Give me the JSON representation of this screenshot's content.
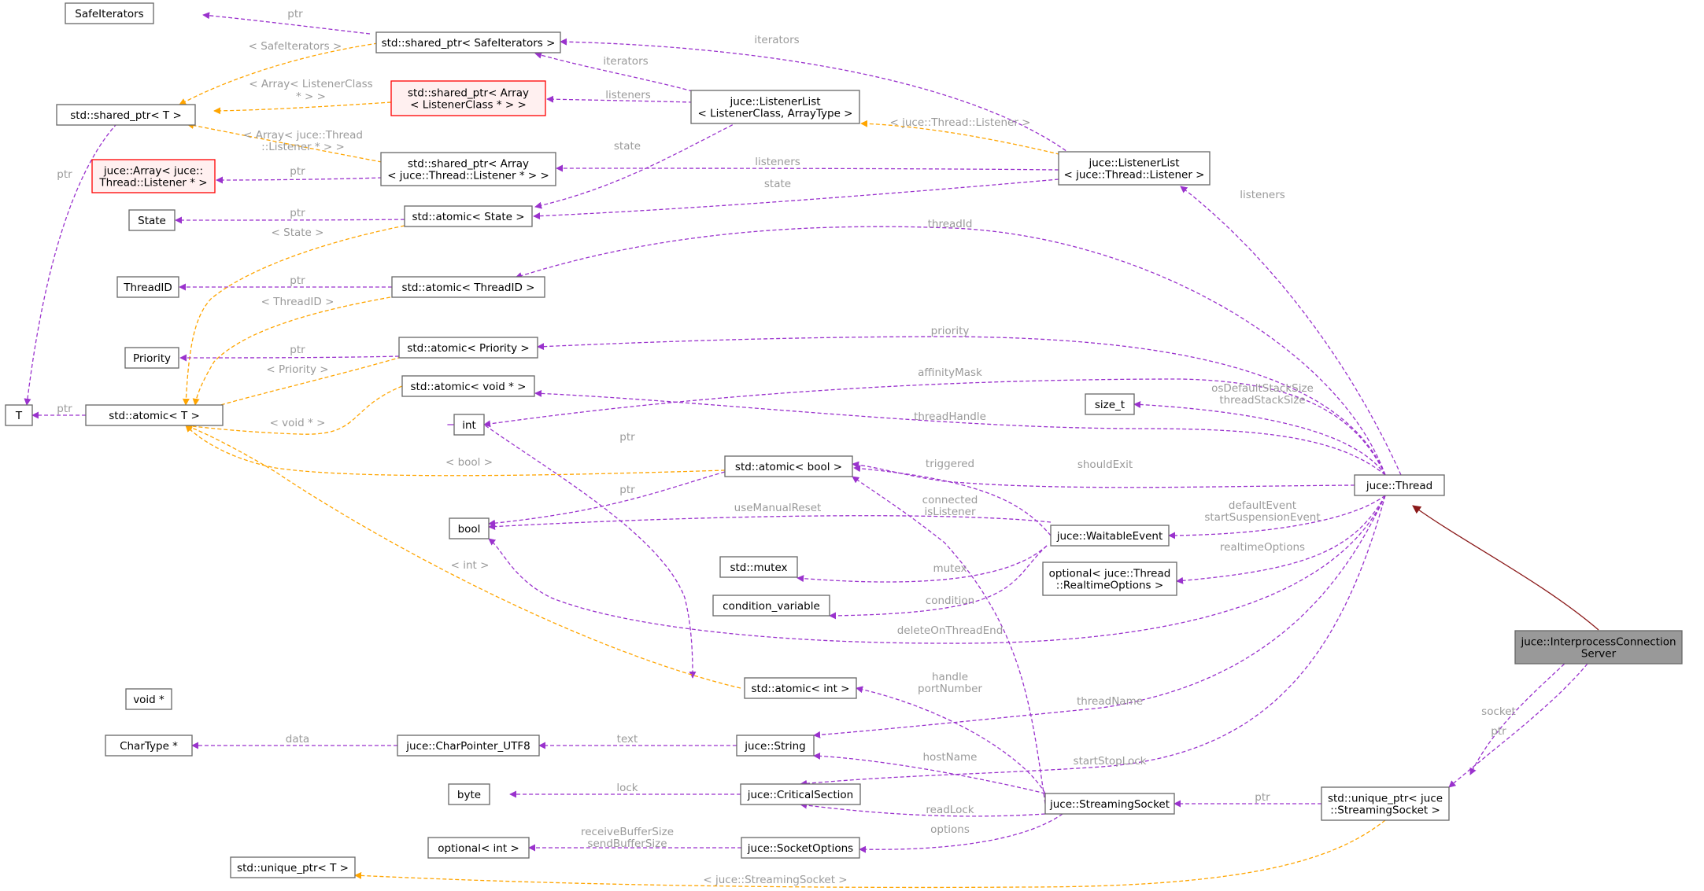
{
  "colors": {
    "member": "#9a32cd",
    "template": "#ffa500",
    "inherit": "#8b1a1a",
    "label": "#9a9a9a",
    "node_border": "#666666",
    "node_fill": "#ffffff",
    "highlight_border": "#ff0000",
    "highlight_fill": "#fff0f0",
    "root_fill": "#999999",
    "root_border": "#666666"
  },
  "nodes": [
    {
      "id": "SafeIterators",
      "lines": [
        "SafeIterators"
      ]
    },
    {
      "id": "sp_SafeIter",
      "lines": [
        "std::shared_ptr< SafeIterators >"
      ]
    },
    {
      "id": "sp_T",
      "lines": [
        "std::shared_ptr< T >"
      ]
    },
    {
      "id": "sp_ArrLC",
      "lines": [
        "std::shared_ptr< Array",
        "< ListenerClass * > >"
      ],
      "style": "highlight"
    },
    {
      "id": "LL_LCAT",
      "lines": [
        "juce::ListenerList",
        "< ListenerClass, ArrayType >"
      ]
    },
    {
      "id": "juceArr",
      "lines": [
        "juce::Array< juce::",
        "Thread::Listener * >"
      ],
      "style": "highlight"
    },
    {
      "id": "sp_ArrTL",
      "lines": [
        "std::shared_ptr< Array",
        "< juce::Thread::Listener * > >"
      ]
    },
    {
      "id": "LL_TL",
      "lines": [
        "juce::ListenerList",
        "< juce::Thread::Listener >"
      ]
    },
    {
      "id": "State",
      "lines": [
        "State"
      ]
    },
    {
      "id": "at_State",
      "lines": [
        "std::atomic< State >"
      ]
    },
    {
      "id": "ThreadID",
      "lines": [
        "ThreadID"
      ]
    },
    {
      "id": "at_TID",
      "lines": [
        "std::atomic< ThreadID >"
      ]
    },
    {
      "id": "Priority",
      "lines": [
        "Priority"
      ]
    },
    {
      "id": "at_Prio",
      "lines": [
        "std::atomic< Priority >"
      ]
    },
    {
      "id": "T",
      "lines": [
        "T"
      ]
    },
    {
      "id": "at_T",
      "lines": [
        "std::atomic< T >"
      ]
    },
    {
      "id": "at_voidp",
      "lines": [
        "std::atomic< void * >"
      ]
    },
    {
      "id": "int",
      "lines": [
        "int"
      ]
    },
    {
      "id": "size_t",
      "lines": [
        "size_t"
      ]
    },
    {
      "id": "at_bool",
      "lines": [
        "std::atomic< bool >"
      ]
    },
    {
      "id": "Thread",
      "lines": [
        "juce::Thread"
      ]
    },
    {
      "id": "bool",
      "lines": [
        "bool"
      ]
    },
    {
      "id": "WaitEv",
      "lines": [
        "juce::WaitableEvent"
      ]
    },
    {
      "id": "mutex",
      "lines": [
        "std::mutex"
      ]
    },
    {
      "id": "optRT",
      "lines": [
        "optional< juce::Thread",
        "::RealtimeOptions >"
      ]
    },
    {
      "id": "condvar",
      "lines": [
        "condition_variable"
      ]
    },
    {
      "id": "IPCS",
      "lines": [
        "juce::InterprocessConnection",
        "Server"
      ],
      "style": "root"
    },
    {
      "id": "voidp",
      "lines": [
        "void *"
      ]
    },
    {
      "id": "at_int",
      "lines": [
        "std::atomic< int >"
      ]
    },
    {
      "id": "CharType",
      "lines": [
        "CharType *"
      ]
    },
    {
      "id": "CPUTF8",
      "lines": [
        "juce::CharPointer_UTF8"
      ]
    },
    {
      "id": "String",
      "lines": [
        "juce::String"
      ]
    },
    {
      "id": "byte",
      "lines": [
        "byte"
      ]
    },
    {
      "id": "CritSec",
      "lines": [
        "juce::CriticalSection"
      ]
    },
    {
      "id": "StrSock",
      "lines": [
        "juce::StreamingSocket"
      ]
    },
    {
      "id": "up_SS",
      "lines": [
        "std::unique_ptr< juce",
        "::StreamingSocket >"
      ]
    },
    {
      "id": "optInt",
      "lines": [
        "optional< int >"
      ]
    },
    {
      "id": "SockOpt",
      "lines": [
        "juce::SocketOptions"
      ]
    },
    {
      "id": "up_T",
      "lines": [
        "std::unique_ptr< T >"
      ]
    }
  ],
  "edges": [
    {
      "id": "e01",
      "kind": "member",
      "labels": [
        "ptr"
      ]
    },
    {
      "id": "e02",
      "kind": "template",
      "labels": [
        "< SafeIterators >"
      ]
    },
    {
      "id": "e03",
      "kind": "member",
      "labels": [
        "iterators"
      ]
    },
    {
      "id": "e04",
      "kind": "member",
      "labels": [
        "iterators"
      ]
    },
    {
      "id": "e05",
      "kind": "template",
      "labels": [
        "< Array< ListenerClass",
        "* > >"
      ]
    },
    {
      "id": "e06",
      "kind": "member",
      "labels": [
        "listeners"
      ]
    },
    {
      "id": "e07",
      "kind": "template",
      "labels": [
        "< Array< juce::Thread",
        "::Listener * > >"
      ]
    },
    {
      "id": "e08",
      "kind": "member",
      "labels": [
        "ptr"
      ]
    },
    {
      "id": "e09",
      "kind": "member",
      "labels": [
        "listeners"
      ]
    },
    {
      "id": "e10",
      "kind": "template",
      "labels": [
        "< juce::Thread::Listener >"
      ]
    },
    {
      "id": "e11",
      "kind": "member",
      "labels": [
        "ptr"
      ]
    },
    {
      "id": "e12",
      "kind": "member",
      "labels": [
        "state"
      ]
    },
    {
      "id": "e13",
      "kind": "member",
      "labels": [
        "state"
      ]
    },
    {
      "id": "e14",
      "kind": "member",
      "labels": [
        "listeners"
      ]
    },
    {
      "id": "e15",
      "kind": "member",
      "labels": [
        "ptr"
      ]
    },
    {
      "id": "e16",
      "kind": "member",
      "labels": [
        "threadId"
      ]
    },
    {
      "id": "e17",
      "kind": "template",
      "labels": [
        "< State >"
      ]
    },
    {
      "id": "e18",
      "kind": "template",
      "labels": [
        "< ThreadID >"
      ]
    },
    {
      "id": "e19",
      "kind": "member",
      "labels": [
        "ptr"
      ]
    },
    {
      "id": "e20",
      "kind": "member",
      "labels": [
        "priority"
      ]
    },
    {
      "id": "e21",
      "kind": "template",
      "labels": [
        "< Priority >"
      ]
    },
    {
      "id": "e22",
      "kind": "member",
      "labels": [
        "ptr"
      ]
    },
    {
      "id": "e23",
      "kind": "member",
      "labels": [
        "ptr"
      ]
    },
    {
      "id": "e24",
      "kind": "member",
      "labels": [
        "affinityMask"
      ]
    },
    {
      "id": "e25",
      "kind": "member",
      "labels": [
        "threadHandle"
      ]
    },
    {
      "id": "e26",
      "kind": "template",
      "labels": [
        "< void * >"
      ]
    },
    {
      "id": "e27",
      "kind": "member",
      "labels": [
        "osDefaultStackSize",
        "threadStackSize"
      ]
    },
    {
      "id": "e28",
      "kind": "member",
      "labels": [
        "ptr"
      ]
    },
    {
      "id": "e29",
      "kind": "template",
      "labels": [
        "< bool >"
      ]
    },
    {
      "id": "e30",
      "kind": "member",
      "labels": [
        "shouldExit"
      ]
    },
    {
      "id": "e31",
      "kind": "member",
      "labels": [
        "triggered"
      ]
    },
    {
      "id": "e32",
      "kind": "member",
      "labels": [
        "connected",
        "isListener"
      ]
    },
    {
      "id": "e33",
      "kind": "member",
      "labels": [
        "ptr"
      ]
    },
    {
      "id": "e34",
      "kind": "member",
      "labels": [
        "useManualReset"
      ]
    },
    {
      "id": "e35",
      "kind": "member",
      "labels": [
        "defaultEvent",
        "startSuspensionEvent"
      ]
    },
    {
      "id": "e36",
      "kind": "member",
      "labels": [
        "realtimeOptions"
      ]
    },
    {
      "id": "e37",
      "kind": "member",
      "labels": [
        "mutex"
      ]
    },
    {
      "id": "e38",
      "kind": "member",
      "labels": [
        "condition"
      ]
    },
    {
      "id": "e39",
      "kind": "member",
      "labels": [
        "deleteOnThreadEnd"
      ]
    },
    {
      "id": "e40",
      "kind": "template",
      "labels": [
        "< int >"
      ]
    },
    {
      "id": "e41",
      "kind": "inherit",
      "labels": []
    },
    {
      "id": "e42",
      "kind": "member",
      "labels": [
        "ptr"
      ]
    },
    {
      "id": "e43",
      "kind": "member",
      "labels": [
        "handle",
        "portNumber"
      ]
    },
    {
      "id": "e44",
      "kind": "member",
      "labels": [
        "threadName"
      ]
    },
    {
      "id": "e45",
      "kind": "member",
      "labels": [
        "data"
      ]
    },
    {
      "id": "e46",
      "kind": "member",
      "labels": [
        "text"
      ]
    },
    {
      "id": "e47",
      "kind": "member",
      "labels": [
        "hostName"
      ]
    },
    {
      "id": "e48",
      "kind": "member",
      "labels": [
        "startStopLock"
      ]
    },
    {
      "id": "e49",
      "kind": "member",
      "labels": [
        "lock"
      ]
    },
    {
      "id": "e50",
      "kind": "member",
      "labels": [
        "readLock"
      ]
    },
    {
      "id": "e51",
      "kind": "member",
      "labels": [
        "options"
      ]
    },
    {
      "id": "e52",
      "kind": "member",
      "labels": [
        "ptr"
      ]
    },
    {
      "id": "e53",
      "kind": "member",
      "labels": [
        "socket"
      ]
    },
    {
      "id": "e54",
      "kind": "member",
      "labels": [
        "receiveBufferSize",
        "sendBufferSize"
      ]
    },
    {
      "id": "e55",
      "kind": "template",
      "labels": [
        "< juce::StreamingSocket >"
      ]
    }
  ]
}
